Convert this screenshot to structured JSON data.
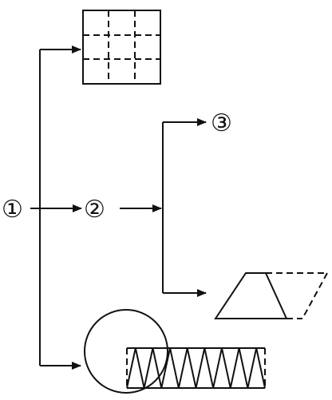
{
  "nodes": {
    "root": {
      "label": "①"
    },
    "middle": {
      "label": "②"
    },
    "top_right": {
      "label": "③"
    }
  },
  "shapes": {
    "grid": {
      "rows": 3,
      "cols": 3
    },
    "zigzag": {
      "peaks": 8
    }
  }
}
